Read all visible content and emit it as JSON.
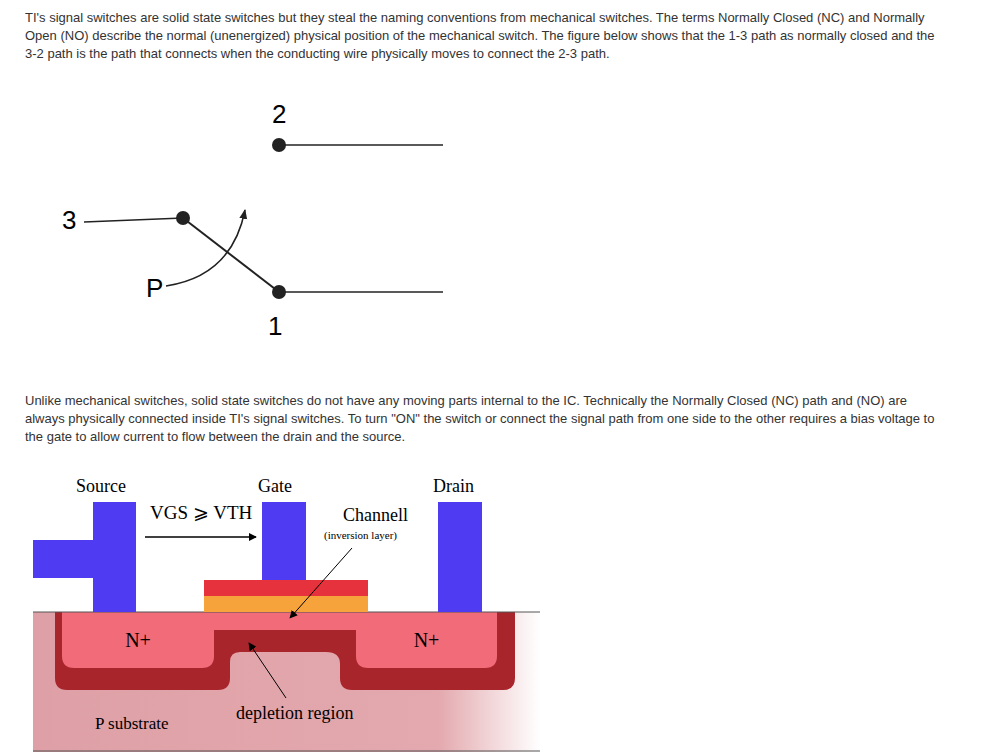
{
  "diagram": {
    "nodes": [
      {
        "text": [
          "P substrate"
        ]
      },
      {
        "text": [
          "N+"
        ],
        "in": 0
      },
      {
        "text": [
          "N+"
        ],
        "in": 0
      }
    ],
    "labels": [
      "TI's signal switches are solid state switches but they steal the naming conventions from mechanical switches.  The terms Normally Closed (NC) and Normally Open (NO) describe the normal (unenergized) physical position of the mechanical switch.  The figure below shows that the 1-3 path as normally closed and the 3-2 path is the path that connects when the conducting wire physically moves to connect the 2-3 path.",
      "2",
      "3",
      "P",
      "1",
      "Unlike mechanical switches, solid state switches do not have any moving parts internal to the IC.  Technically the Normally Closed (NC) path and (NO) are always physically connected inside TI's signal switches.   To turn \"ON\" the switch or connect the signal path from one side to the other requires a bias voltage to the gate to allow current to flow between the drain and the source.",
      "Source",
      "Gate",
      "Drain",
      "VGS ⩾ VTH",
      "Channell",
      "(inversion layer)",
      "depletion region"
    ]
  }
}
